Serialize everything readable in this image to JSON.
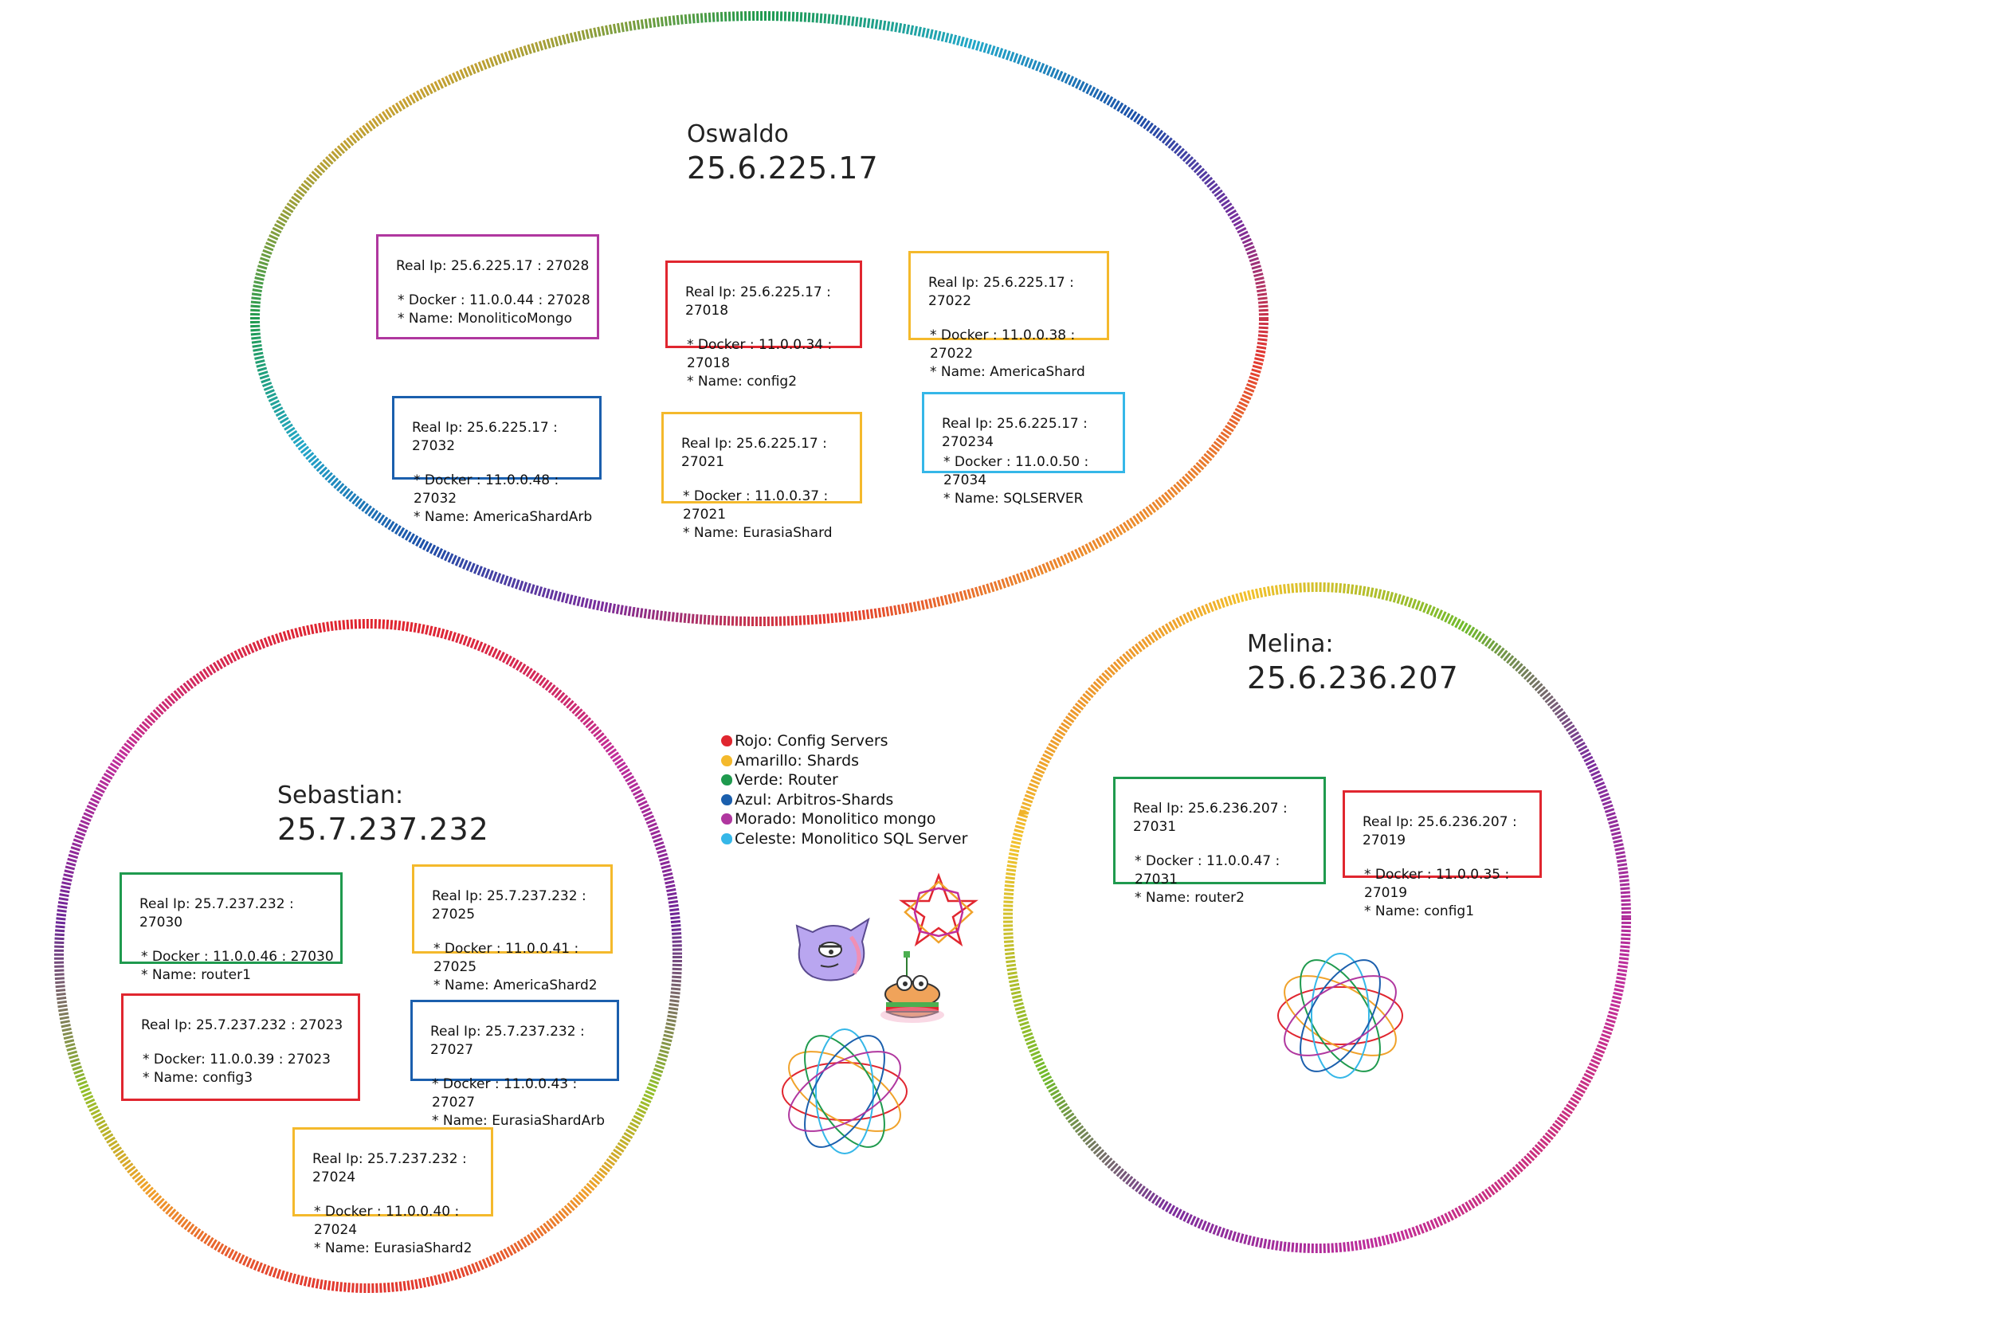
{
  "colors": {
    "red": "#e0262f",
    "yellow": "#f4b92c",
    "green": "#1f9a4e",
    "blue": "#1b5fad",
    "purple": "#b0379f",
    "cyan": "#35b7e8"
  },
  "hosts": [
    {
      "key": "oswaldo",
      "name": "Oswaldo",
      "ip": "25.6.225.17",
      "nodes": [
        {
          "color": "purple",
          "real_ip": "Real Ip: 25.6.225.17 : 27028",
          "docker": "* Docker : 11.0.0.44 : 27028",
          "name": "* Name: MonoliticoMongo"
        },
        {
          "color": "red",
          "real_ip": "Real Ip: 25.6.225.17 : 27018",
          "docker": "* Docker : 11.0.0.34 : 27018",
          "name": "* Name: config2"
        },
        {
          "color": "yellow",
          "real_ip": "Real Ip: 25.6.225.17 : 27022",
          "docker": "* Docker : 11.0.0.38 : 27022",
          "name": "* Name: AmericaShard"
        },
        {
          "color": "blue",
          "real_ip": "Real Ip: 25.6.225.17 : 27032",
          "docker": "* Docker : 11.0.0.48 : 27032",
          "name": "* Name: AmericaShardArb"
        },
        {
          "color": "yellow",
          "real_ip": "Real Ip: 25.6.225.17 : 27021",
          "docker": "* Docker : 11.0.0.37 : 27021",
          "name": "* Name: EurasiaShard"
        },
        {
          "color": "cyan",
          "real_ip": "Real Ip: 25.6.225.17 : 270234",
          "docker": "* Docker : 11.0.0.50 : 27034",
          "name": "* Name: SQLSERVER"
        }
      ]
    },
    {
      "key": "sebastian",
      "name": "Sebastian:",
      "ip": "25.7.237.232",
      "nodes": [
        {
          "color": "green",
          "real_ip": "Real Ip: 25.7.237.232 : 27030",
          "docker": "* Docker : 11.0.0.46 : 27030",
          "name": "* Name: router1"
        },
        {
          "color": "yellow",
          "real_ip": "Real Ip: 25.7.237.232 : 27025",
          "docker": "* Docker : 11.0.0.41 : 27025",
          "name": "* Name: AmericaShard2"
        },
        {
          "color": "red",
          "real_ip": "Real Ip: 25.7.237.232 : 27023",
          "docker": "* Docker: 11.0.0.39 : 27023",
          "name": "* Name: config3"
        },
        {
          "color": "blue",
          "real_ip": "Real Ip: 25.7.237.232 : 27027",
          "docker": "* Docker : 11.0.0.43 : 27027",
          "name": "* Name: EurasiaShardArb"
        },
        {
          "color": "yellow",
          "real_ip": "Real Ip: 25.7.237.232 : 27024",
          "docker": "* Docker : 11.0.0.40 : 27024",
          "name": "* Name: EurasiaShard2"
        }
      ]
    },
    {
      "key": "melina",
      "name": "Melina:",
      "ip": "25.6.236.207",
      "nodes": [
        {
          "color": "green",
          "real_ip": "Real Ip: 25.6.236.207 : 27031",
          "docker": "* Docker : 11.0.0.47 : 27031",
          "name": "* Name: router2"
        },
        {
          "color": "red",
          "real_ip": "Real Ip: 25.6.236.207 : 27019",
          "docker": "* Docker : 11.0.0.35 : 27019",
          "name": "* Name: config1"
        }
      ]
    }
  ],
  "legend": [
    {
      "color": "red",
      "label": "Rojo: Config Servers"
    },
    {
      "color": "yellow",
      "label": "Amarillo: Shards"
    },
    {
      "color": "green",
      "label": "Verde: Router"
    },
    {
      "color": "blue",
      "label": "Azul: Arbitros-Shards"
    },
    {
      "color": "purple",
      "label": "Morado: Monolitico mongo"
    },
    {
      "color": "cyan",
      "label": "Celeste: Monolitico SQL Server"
    }
  ],
  "decorations": [
    "monster-sticker-icon",
    "star-sticker-icon",
    "burger-sticker-icon",
    "orbit-flower-icon",
    "orbit-flower-icon"
  ]
}
